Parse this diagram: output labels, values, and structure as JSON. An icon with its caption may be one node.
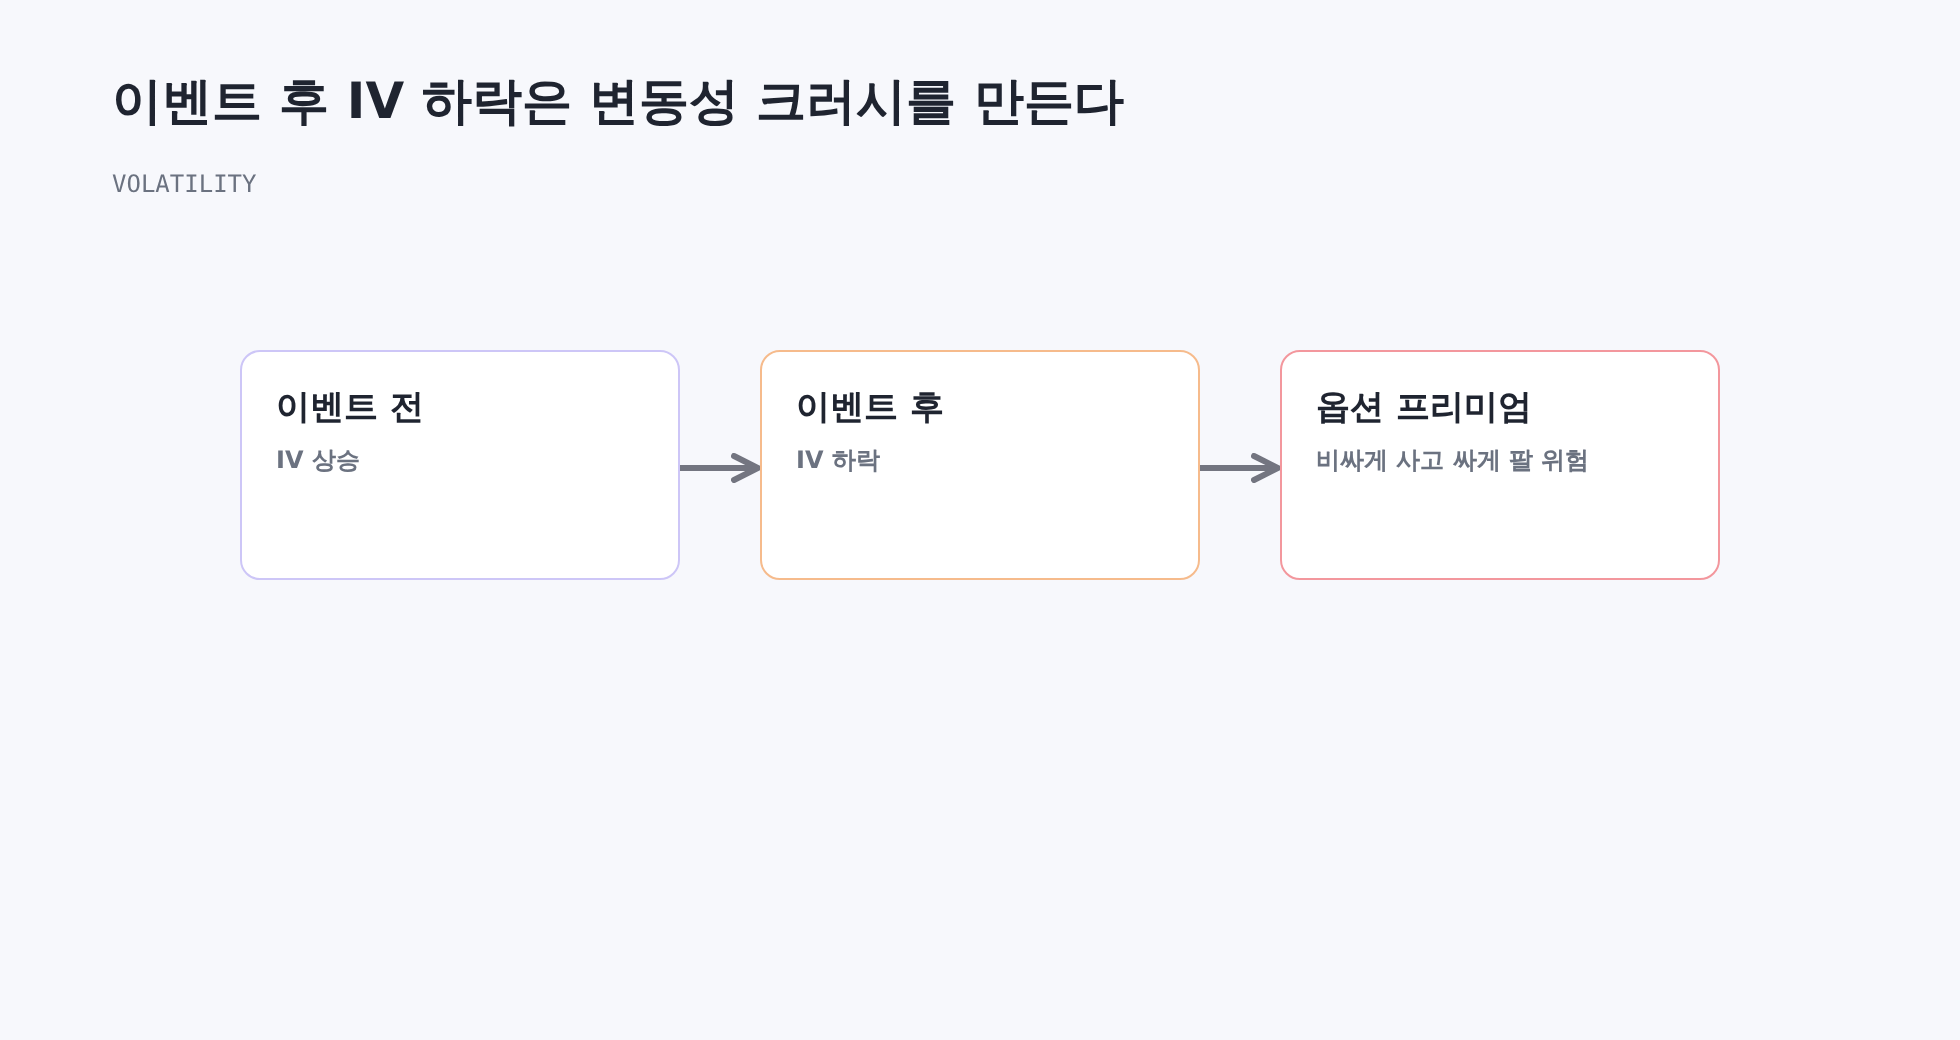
{
  "diagram": {
    "title": "이벤트 후 IV 하락은 변동성 크러시를 만든다",
    "caption": "VOLATILITY",
    "nodes": [
      {
        "text": [
          "이벤트 전",
          "IV 상승"
        ]
      },
      {
        "text": [
          "이벤트 후",
          "IV 하락"
        ]
      },
      {
        "text": [
          "옵션 프리미엄",
          "비싸게 사고 싸게 팔 위험"
        ]
      }
    ],
    "edges": [
      {
        "from": 0,
        "to": 1,
        "arrow": "to"
      },
      {
        "from": 1,
        "to": 2,
        "arrow": "to"
      }
    ]
  }
}
